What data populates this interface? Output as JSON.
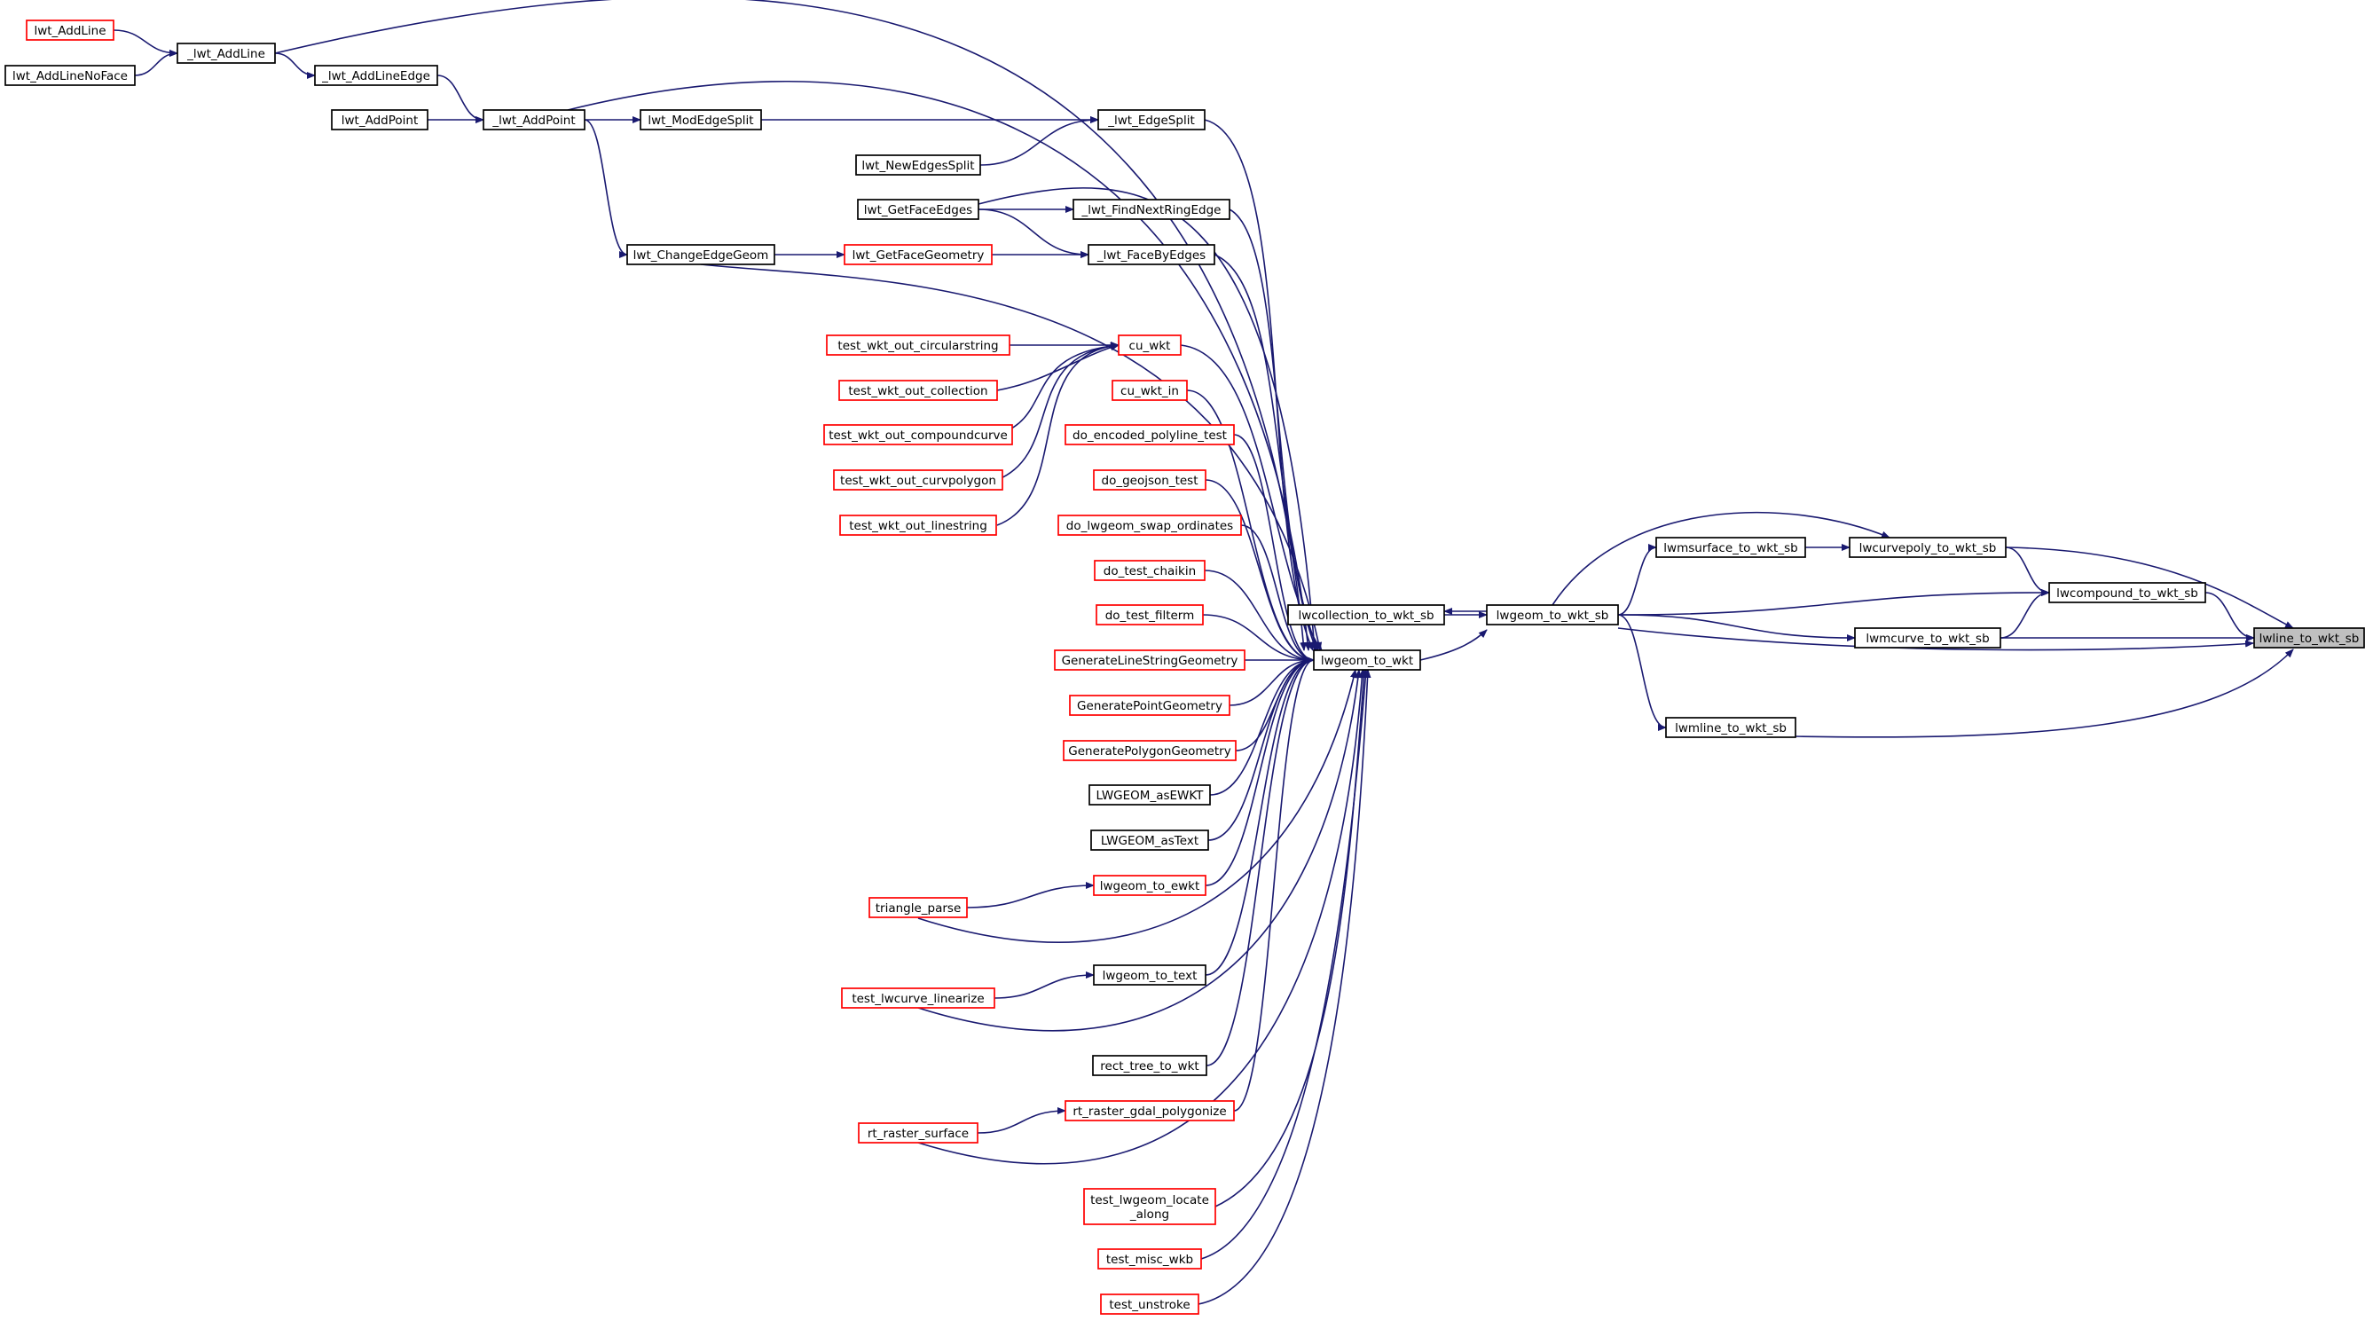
{
  "diagram": {
    "title": "",
    "nodes": [
      {
        "id": "lwline_to_wkt_sb",
        "label": "lwline_to_wkt_sb",
        "color": "root"
      },
      {
        "id": "lwcompound_to_wkt_sb",
        "label": "lwcompound_to_wkt_sb",
        "color": "black"
      },
      {
        "id": "lwcurvepoly_to_wkt_sb",
        "label": "lwcurvepoly_to_wkt_sb",
        "color": "black"
      },
      {
        "id": "lwmcurve_to_wkt_sb",
        "label": "lwmcurve_to_wkt_sb",
        "color": "black"
      },
      {
        "id": "lwmline_to_wkt_sb",
        "label": "lwmline_to_wkt_sb",
        "color": "black"
      },
      {
        "id": "lwmsurface_to_wkt_sb",
        "label": "lwmsurface_to_wkt_sb",
        "color": "black"
      },
      {
        "id": "lwgeom_to_wkt_sb",
        "label": "lwgeom_to_wkt_sb",
        "color": "black"
      },
      {
        "id": "lwcollection_to_wkt_sb",
        "label": "lwcollection_to_wkt_sb",
        "color": "black"
      },
      {
        "id": "lwgeom_to_wkt",
        "label": "lwgeom_to_wkt",
        "color": "black"
      },
      {
        "id": "_lwt_EdgeSplit",
        "label": "_lwt_EdgeSplit",
        "color": "black"
      },
      {
        "id": "_lwt_FindNextRingEdge",
        "label": "_lwt_FindNextRingEdge",
        "color": "black"
      },
      {
        "id": "_lwt_FaceByEdges",
        "label": "_lwt_FaceByEdges",
        "color": "black"
      },
      {
        "id": "cu_wkt",
        "label": "cu_wkt",
        "color": "red"
      },
      {
        "id": "cu_wkt_in",
        "label": "cu_wkt_in",
        "color": "red"
      },
      {
        "id": "do_encoded_polyline_test",
        "label": "do_encoded_polyline_test",
        "color": "red"
      },
      {
        "id": "do_geojson_test",
        "label": "do_geojson_test",
        "color": "red"
      },
      {
        "id": "do_lwgeom_swap_ordinates",
        "label": "do_lwgeom_swap_ordinates",
        "color": "red"
      },
      {
        "id": "do_test_chaikin",
        "label": "do_test_chaikin",
        "color": "red"
      },
      {
        "id": "do_test_filterm",
        "label": "do_test_filterm",
        "color": "red"
      },
      {
        "id": "GenerateLineStringGeometry",
        "label": "GenerateLineStringGeometry",
        "color": "red"
      },
      {
        "id": "GeneratePointGeometry",
        "label": "GeneratePointGeometry",
        "color": "red"
      },
      {
        "id": "GeneratePolygonGeometry",
        "label": "GeneratePolygonGeometry",
        "color": "red"
      },
      {
        "id": "LWGEOM_asEWKT",
        "label": "LWGEOM_asEWKT",
        "color": "black"
      },
      {
        "id": "LWGEOM_asText",
        "label": "LWGEOM_asText",
        "color": "black"
      },
      {
        "id": "lwgeom_to_ewkt",
        "label": "lwgeom_to_ewkt",
        "color": "red"
      },
      {
        "id": "lwgeom_to_text",
        "label": "lwgeom_to_text",
        "color": "black"
      },
      {
        "id": "rect_tree_to_wkt",
        "label": "rect_tree_to_wkt",
        "color": "black"
      },
      {
        "id": "rt_raster_gdal_polygonize",
        "label": "rt_raster_gdal_polygonize",
        "color": "red"
      },
      {
        "id": "test_lwgeom_locate_along",
        "label": "test_lwgeom_locate\n_along",
        "color": "red"
      },
      {
        "id": "test_misc_wkb",
        "label": "test_misc_wkb",
        "color": "red"
      },
      {
        "id": "test_unstroke",
        "label": "test_unstroke",
        "color": "red"
      },
      {
        "id": "_lwt_AddLine",
        "label": "_lwt_AddLine",
        "color": "black"
      },
      {
        "id": "_lwt_AddPoint",
        "label": "_lwt_AddPoint",
        "color": "black"
      },
      {
        "id": "lwt_ModEdgeSplit",
        "label": "lwt_ModEdgeSplit",
        "color": "black"
      },
      {
        "id": "lwt_NewEdgesSplit",
        "label": "lwt_NewEdgesSplit",
        "color": "black"
      },
      {
        "id": "lwt_GetFaceEdges",
        "label": "lwt_GetFaceEdges",
        "color": "black"
      },
      {
        "id": "lwt_GetFaceGeometry",
        "label": "lwt_GetFaceGeometry",
        "color": "red"
      },
      {
        "id": "lwt_ChangeEdgeGeom",
        "label": "lwt_ChangeEdgeGeom",
        "color": "black"
      },
      {
        "id": "test_wkt_out_circularstring",
        "label": "test_wkt_out_circularstring",
        "color": "red"
      },
      {
        "id": "test_wkt_out_collection",
        "label": "test_wkt_out_collection",
        "color": "red"
      },
      {
        "id": "test_wkt_out_compoundcurve",
        "label": "test_wkt_out_compoundcurve",
        "color": "red"
      },
      {
        "id": "test_wkt_out_curvpolygon",
        "label": "test_wkt_out_curvpolygon",
        "color": "red"
      },
      {
        "id": "test_wkt_out_linestring",
        "label": "test_wkt_out_linestring",
        "color": "red"
      },
      {
        "id": "triangle_parse",
        "label": "triangle_parse",
        "color": "red"
      },
      {
        "id": "test_lwcurve_linearize",
        "label": "test_lwcurve_linearize",
        "color": "red"
      },
      {
        "id": "rt_raster_surface",
        "label": "rt_raster_surface",
        "color": "red"
      },
      {
        "id": "lwt_AddLine",
        "label": "lwt_AddLine",
        "color": "red"
      },
      {
        "id": "lwt_AddLineNoFace",
        "label": "lwt_AddLineNoFace",
        "color": "black"
      },
      {
        "id": "_lwt_AddLineEdge",
        "label": "_lwt_AddLineEdge",
        "color": "black"
      },
      {
        "id": "lwt_AddPoint",
        "label": "lwt_AddPoint",
        "color": "black"
      }
    ],
    "edges": [
      {
        "from": "lwcompound_to_wkt_sb",
        "to": "lwline_to_wkt_sb"
      },
      {
        "from": "lwcurvepoly_to_wkt_sb",
        "to": "lwline_to_wkt_sb"
      },
      {
        "from": "lwmcurve_to_wkt_sb",
        "to": "lwline_to_wkt_sb"
      },
      {
        "from": "lwmline_to_wkt_sb",
        "to": "lwline_to_wkt_sb"
      },
      {
        "from": "lwgeom_to_wkt_sb",
        "to": "lwline_to_wkt_sb"
      },
      {
        "from": "lwcurvepoly_to_wkt_sb",
        "to": "lwcompound_to_wkt_sb"
      },
      {
        "from": "lwmcurve_to_wkt_sb",
        "to": "lwcompound_to_wkt_sb"
      },
      {
        "from": "lwgeom_to_wkt_sb",
        "to": "lwcompound_to_wkt_sb"
      },
      {
        "from": "lwmsurface_to_wkt_sb",
        "to": "lwcurvepoly_to_wkt_sb"
      },
      {
        "from": "lwgeom_to_wkt_sb",
        "to": "lwcurvepoly_to_wkt_sb"
      },
      {
        "from": "lwgeom_to_wkt_sb",
        "to": "lwmcurve_to_wkt_sb"
      },
      {
        "from": "lwgeom_to_wkt_sb",
        "to": "lwmline_to_wkt_sb"
      },
      {
        "from": "lwgeom_to_wkt_sb",
        "to": "lwmsurface_to_wkt_sb"
      },
      {
        "from": "lwgeom_to_wkt_sb",
        "to": "lwcollection_to_wkt_sb"
      },
      {
        "from": "lwcollection_to_wkt_sb",
        "to": "lwgeom_to_wkt_sb"
      },
      {
        "from": "lwgeom_to_wkt",
        "to": "lwgeom_to_wkt_sb"
      },
      {
        "from": "_lwt_AddLine",
        "to": "lwgeom_to_wkt"
      },
      {
        "from": "_lwt_AddPoint",
        "to": "lwgeom_to_wkt"
      },
      {
        "from": "_lwt_EdgeSplit",
        "to": "lwgeom_to_wkt"
      },
      {
        "from": "lwt_GetFaceEdges",
        "to": "lwgeom_to_wkt"
      },
      {
        "from": "_lwt_FindNextRingEdge",
        "to": "lwgeom_to_wkt"
      },
      {
        "from": "_lwt_FaceByEdges",
        "to": "lwgeom_to_wkt"
      },
      {
        "from": "lwt_ChangeEdgeGeom",
        "to": "lwgeom_to_wkt"
      },
      {
        "from": "cu_wkt",
        "to": "lwgeom_to_wkt"
      },
      {
        "from": "cu_wkt_in",
        "to": "lwgeom_to_wkt"
      },
      {
        "from": "do_encoded_polyline_test",
        "to": "lwgeom_to_wkt"
      },
      {
        "from": "do_geojson_test",
        "to": "lwgeom_to_wkt"
      },
      {
        "from": "do_lwgeom_swap_ordinates",
        "to": "lwgeom_to_wkt"
      },
      {
        "from": "do_test_chaikin",
        "to": "lwgeom_to_wkt"
      },
      {
        "from": "do_test_filterm",
        "to": "lwgeom_to_wkt"
      },
      {
        "from": "GenerateLineStringGeometry",
        "to": "lwgeom_to_wkt"
      },
      {
        "from": "GeneratePointGeometry",
        "to": "lwgeom_to_wkt"
      },
      {
        "from": "GeneratePolygonGeometry",
        "to": "lwgeom_to_wkt"
      },
      {
        "from": "LWGEOM_asEWKT",
        "to": "lwgeom_to_wkt"
      },
      {
        "from": "LWGEOM_asText",
        "to": "lwgeom_to_wkt"
      },
      {
        "from": "lwgeom_to_ewkt",
        "to": "lwgeom_to_wkt"
      },
      {
        "from": "triangle_parse",
        "to": "lwgeom_to_wkt"
      },
      {
        "from": "lwgeom_to_text",
        "to": "lwgeom_to_wkt"
      },
      {
        "from": "test_lwcurve_linearize",
        "to": "lwgeom_to_wkt"
      },
      {
        "from": "rect_tree_to_wkt",
        "to": "lwgeom_to_wkt"
      },
      {
        "from": "rt_raster_gdal_polygonize",
        "to": "lwgeom_to_wkt"
      },
      {
        "from": "rt_raster_surface",
        "to": "lwgeom_to_wkt"
      },
      {
        "from": "test_lwgeom_locate_along",
        "to": "lwgeom_to_wkt"
      },
      {
        "from": "test_misc_wkb",
        "to": "lwgeom_to_wkt"
      },
      {
        "from": "test_unstroke",
        "to": "lwgeom_to_wkt"
      },
      {
        "from": "lwt_ModEdgeSplit",
        "to": "_lwt_EdgeSplit"
      },
      {
        "from": "lwt_NewEdgesSplit",
        "to": "_lwt_EdgeSplit"
      },
      {
        "from": "lwt_GetFaceEdges",
        "to": "_lwt_FindNextRingEdge"
      },
      {
        "from": "lwt_GetFaceEdges",
        "to": "_lwt_FaceByEdges"
      },
      {
        "from": "lwt_GetFaceGeometry",
        "to": "_lwt_FaceByEdges"
      },
      {
        "from": "lwt_ChangeEdgeGeom",
        "to": "lwt_GetFaceGeometry"
      },
      {
        "from": "_lwt_AddPoint",
        "to": "lwt_ChangeEdgeGeom"
      },
      {
        "from": "_lwt_AddPoint",
        "to": "lwt_ModEdgeSplit"
      },
      {
        "from": "_lwt_AddLineEdge",
        "to": "_lwt_AddPoint"
      },
      {
        "from": "lwt_AddPoint",
        "to": "_lwt_AddPoint"
      },
      {
        "from": "_lwt_AddLine",
        "to": "_lwt_AddLineEdge"
      },
      {
        "from": "lwt_AddLine",
        "to": "_lwt_AddLine"
      },
      {
        "from": "lwt_AddLineNoFace",
        "to": "_lwt_AddLine"
      },
      {
        "from": "test_wkt_out_circularstring",
        "to": "cu_wkt"
      },
      {
        "from": "test_wkt_out_collection",
        "to": "cu_wkt"
      },
      {
        "from": "test_wkt_out_compoundcurve",
        "to": "cu_wkt"
      },
      {
        "from": "test_wkt_out_curvpolygon",
        "to": "cu_wkt"
      },
      {
        "from": "test_wkt_out_linestring",
        "to": "cu_wkt"
      },
      {
        "from": "triangle_parse",
        "to": "lwgeom_to_ewkt"
      },
      {
        "from": "test_lwcurve_linearize",
        "to": "lwgeom_to_text"
      },
      {
        "from": "rt_raster_surface",
        "to": "rt_raster_gdal_polygonize"
      }
    ]
  }
}
